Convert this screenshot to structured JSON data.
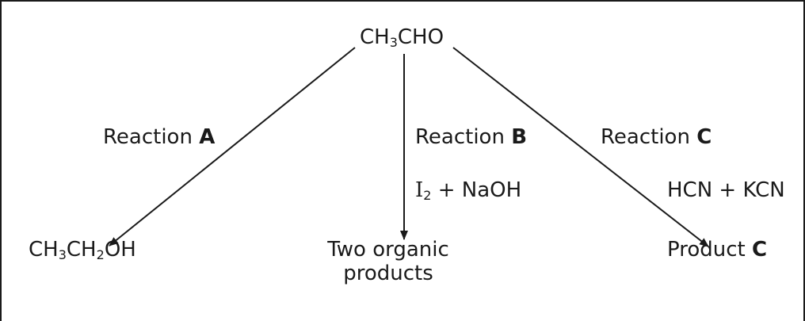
{
  "start": {
    "pre": "CH",
    "sub1": "3",
    "post": "CHO"
  },
  "reaction_a": {
    "text": "Reaction ",
    "letter": "A"
  },
  "reaction_b": {
    "text": "Reaction ",
    "letter": "B"
  },
  "reaction_c": {
    "text": "Reaction ",
    "letter": "C"
  },
  "reagent_b": {
    "i": "I",
    "sub": "2",
    "rest": " + NaOH"
  },
  "reagent_c": "HCN + KCN",
  "product_a": {
    "p1": "CH",
    "s1": "3",
    "p2": "CH",
    "s2": "2",
    "p3": "OH"
  },
  "product_b": {
    "line1": "Two organic",
    "line2": "products"
  },
  "product_c": {
    "text": "Product ",
    "letter": "C"
  },
  "colors": {
    "ink": "#1a1a1a",
    "background": "#ffffff"
  }
}
